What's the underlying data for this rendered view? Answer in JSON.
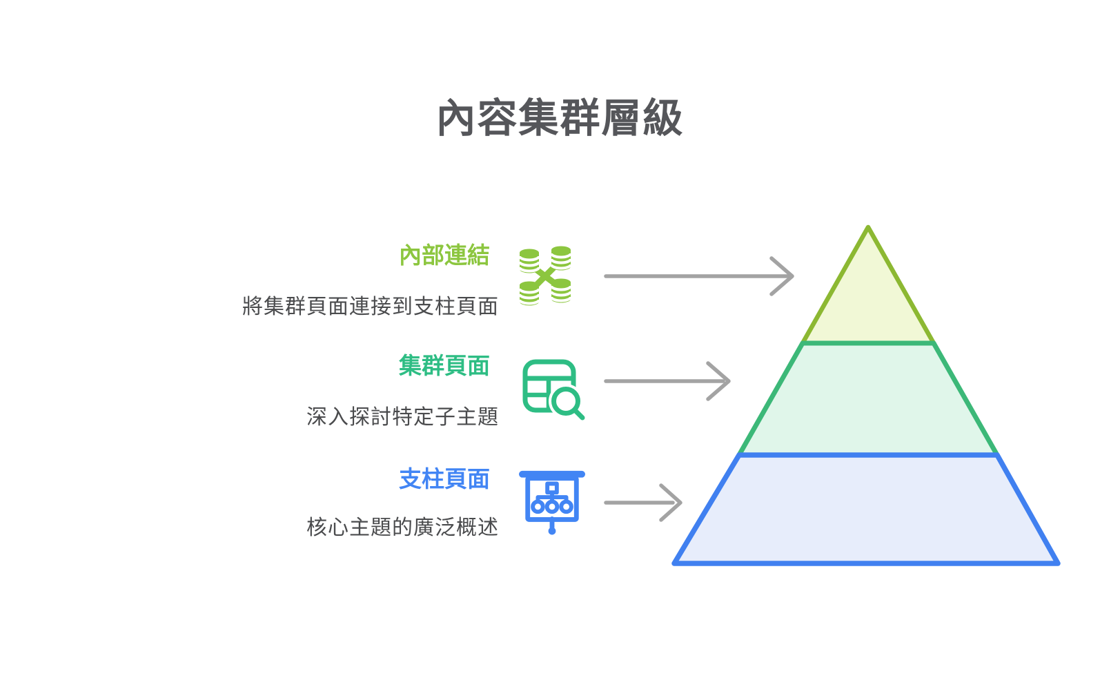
{
  "title": {
    "text": "內容集群層級",
    "color": "#55565A"
  },
  "rows": [
    {
      "label": "內部連結",
      "description": "將集群頁面連接到支柱頁面",
      "color": "#8CC63F",
      "icon": "database-network-icon"
    },
    {
      "label": "集群頁面",
      "description": "深入探討特定子主題",
      "color": "#2EBD84",
      "icon": "table-search-icon"
    },
    {
      "label": "支柱頁面",
      "description": "核心主題的廣泛概述",
      "color": "#4285F4",
      "icon": "presentation-org-chart-icon"
    }
  ],
  "description_color": "#4A4B4D",
  "arrows": {
    "color": "#A3A3A3",
    "count": 3
  },
  "pyramid": {
    "levels": [
      {
        "position": "top",
        "fill": "#F1F8D6",
        "stroke": "#8CB832"
      },
      {
        "position": "middle",
        "fill": "#E0F6EA",
        "stroke": "#3CB878"
      },
      {
        "position": "bottom",
        "fill": "#E7EDFB",
        "stroke": "#4080F0"
      }
    ]
  }
}
